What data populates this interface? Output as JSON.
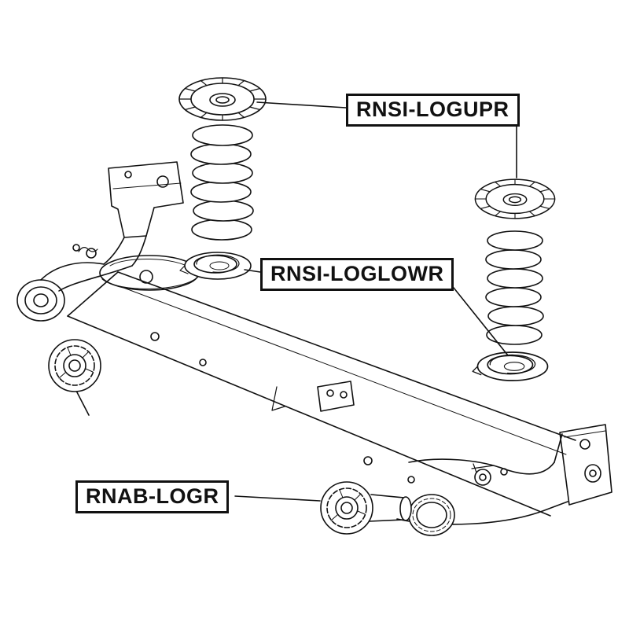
{
  "page": {
    "background": "#ffffff",
    "line_color": "#111111",
    "description_title": "Rear suspension exploded parts diagram"
  },
  "labels": {
    "upper_seat": "RNSI-LOGUPR",
    "lower_seat": "RNSI-LOGLOWR",
    "arm_bushing": "RNAB-LOGR"
  }
}
